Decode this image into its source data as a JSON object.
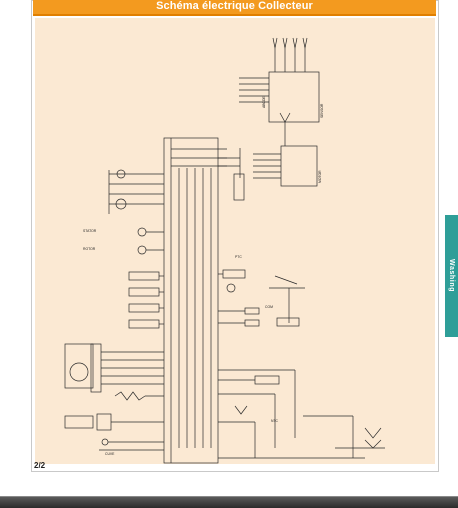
{
  "header": {
    "title": "Schéma électrique Collecteur"
  },
  "side_tab": {
    "label": "Washing",
    "color": "#2e9e98"
  },
  "footer": {
    "page_number": "2/2"
  },
  "colors": {
    "title_bar": "#f39a1f",
    "diagram_background": "#fbe9d3"
  }
}
